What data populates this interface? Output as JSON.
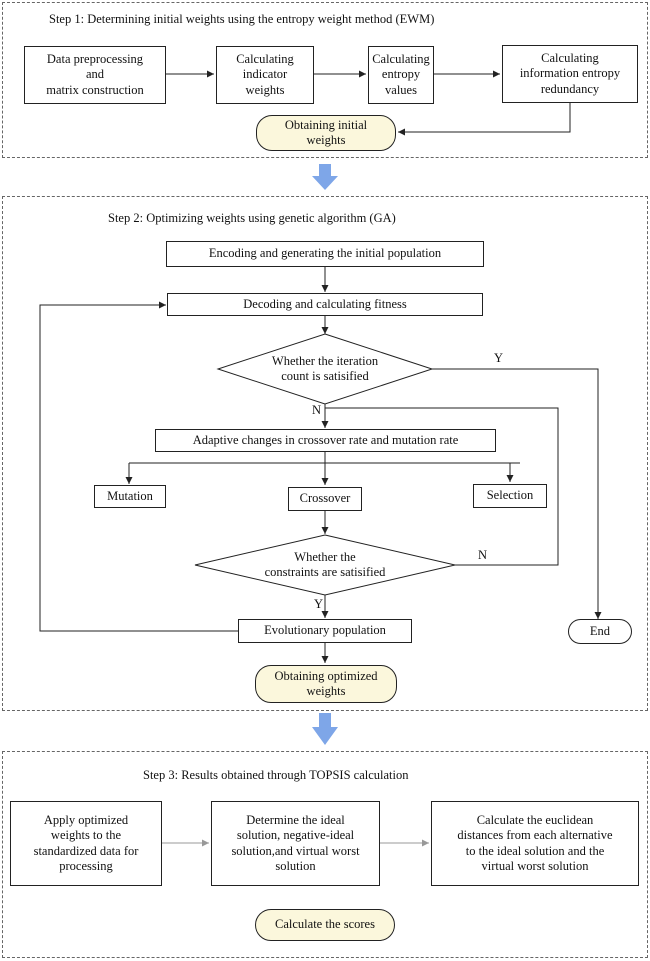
{
  "step1": {
    "title": "Step 1: Determining initial weights using the entropy weight method (EWM)",
    "boxes": [
      "Data preprocessing\nand\nmatrix construction",
      "Calculating\nindicator\nweights",
      "Calculating\nentropy\nvalues",
      "Calculating\ninformation entropy\nredundancy"
    ],
    "result": "Obtaining initial\nweights"
  },
  "step2": {
    "title": "Step 2: Optimizing weights using genetic algorithm (GA)",
    "init": "Encoding and generating the initial population",
    "decode": "Decoding and calculating fitness",
    "decision1": "Whether the iteration\ncount is satisified",
    "yes1": "Y",
    "no1": "N",
    "adaptive": "Adaptive changes in crossover rate and mutation rate",
    "mutation": "Mutation",
    "crossover": "Crossover",
    "selection": "Selection",
    "decision2": "Whether the\nconstraints are satisified",
    "no2": "N",
    "yes2": "Y",
    "evolution": "Evolutionary population",
    "end": "End",
    "result": "Obtaining optimized\nweights"
  },
  "step3": {
    "title": "Step 3: Results obtained through TOPSIS calculation",
    "boxes": [
      "Apply optimized\nweights to the\nstandardized data for\nprocessing",
      "Determine the ideal\nsolution, negative-ideal\nsolution,and virtual worst\nsolution",
      "Calculate the euclidean\ndistances from each alternative\nto the ideal solution and the\nvirtual worst solution"
    ],
    "result": "Calculate the scores"
  },
  "colors": {
    "oval_fill": "#fbf7dc",
    "big_arrow": "#7ea6e8",
    "line": "#222222",
    "border_dashed": "#666666"
  }
}
